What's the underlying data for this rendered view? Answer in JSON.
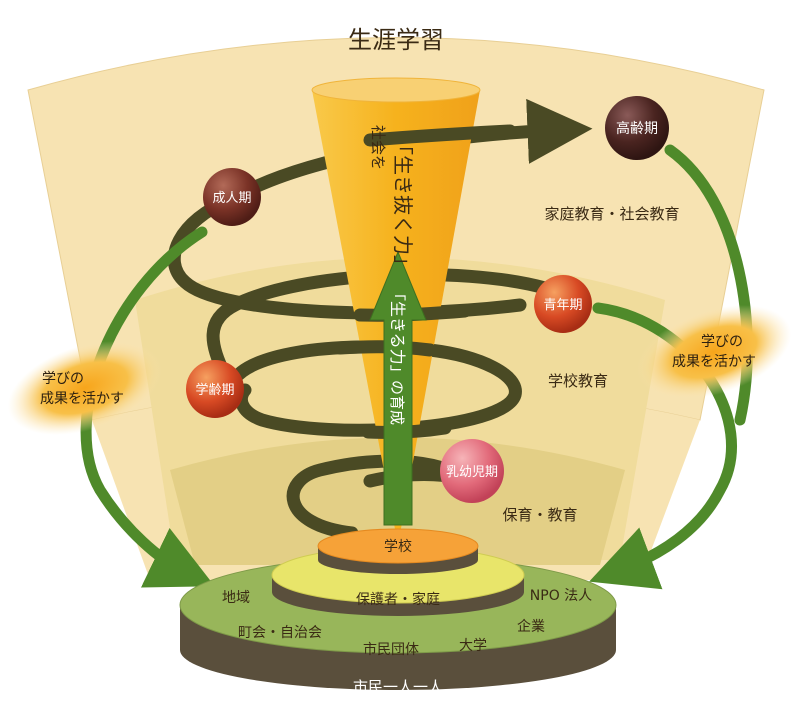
{
  "title": "生涯学習",
  "zones": {
    "outer": "家庭教育・社会教育",
    "middle": "学校教育",
    "inner": "保育・教育"
  },
  "cone": {
    "line1": "社会を",
    "line2": "「生き抜く力」"
  },
  "arrow_text": {
    "quote": "「生きる力」",
    "rest": "の育成"
  },
  "stages": {
    "elderly": "高齢期",
    "adult": "成人期",
    "youth": "青年期",
    "school_age": "学齢期",
    "infant": "乳幼児期"
  },
  "loop_left": [
    "学びの",
    "成果を活かす"
  ],
  "loop_right": [
    "学びの",
    "成果を活かす"
  ],
  "base": {
    "top": "学校",
    "middle": "保護者・家庭",
    "items": {
      "area": "地域",
      "npo": "NPO 法人",
      "town": "町会・自治会",
      "company": "企業",
      "citizen_group": "市民団体",
      "university": "大学"
    },
    "bottom": "市民一人一人"
  },
  "colors": {
    "fan_outer": "#f7e3b2",
    "fan_middle": "#f0dc9c",
    "fan_inner": "#e3cf86",
    "spiral": "#4a4a24",
    "green_arrow": "#4f8a2a",
    "cone": "#f6b21d",
    "disc_green": "#98b65a",
    "disc_dark": "#5a4f3c"
  }
}
